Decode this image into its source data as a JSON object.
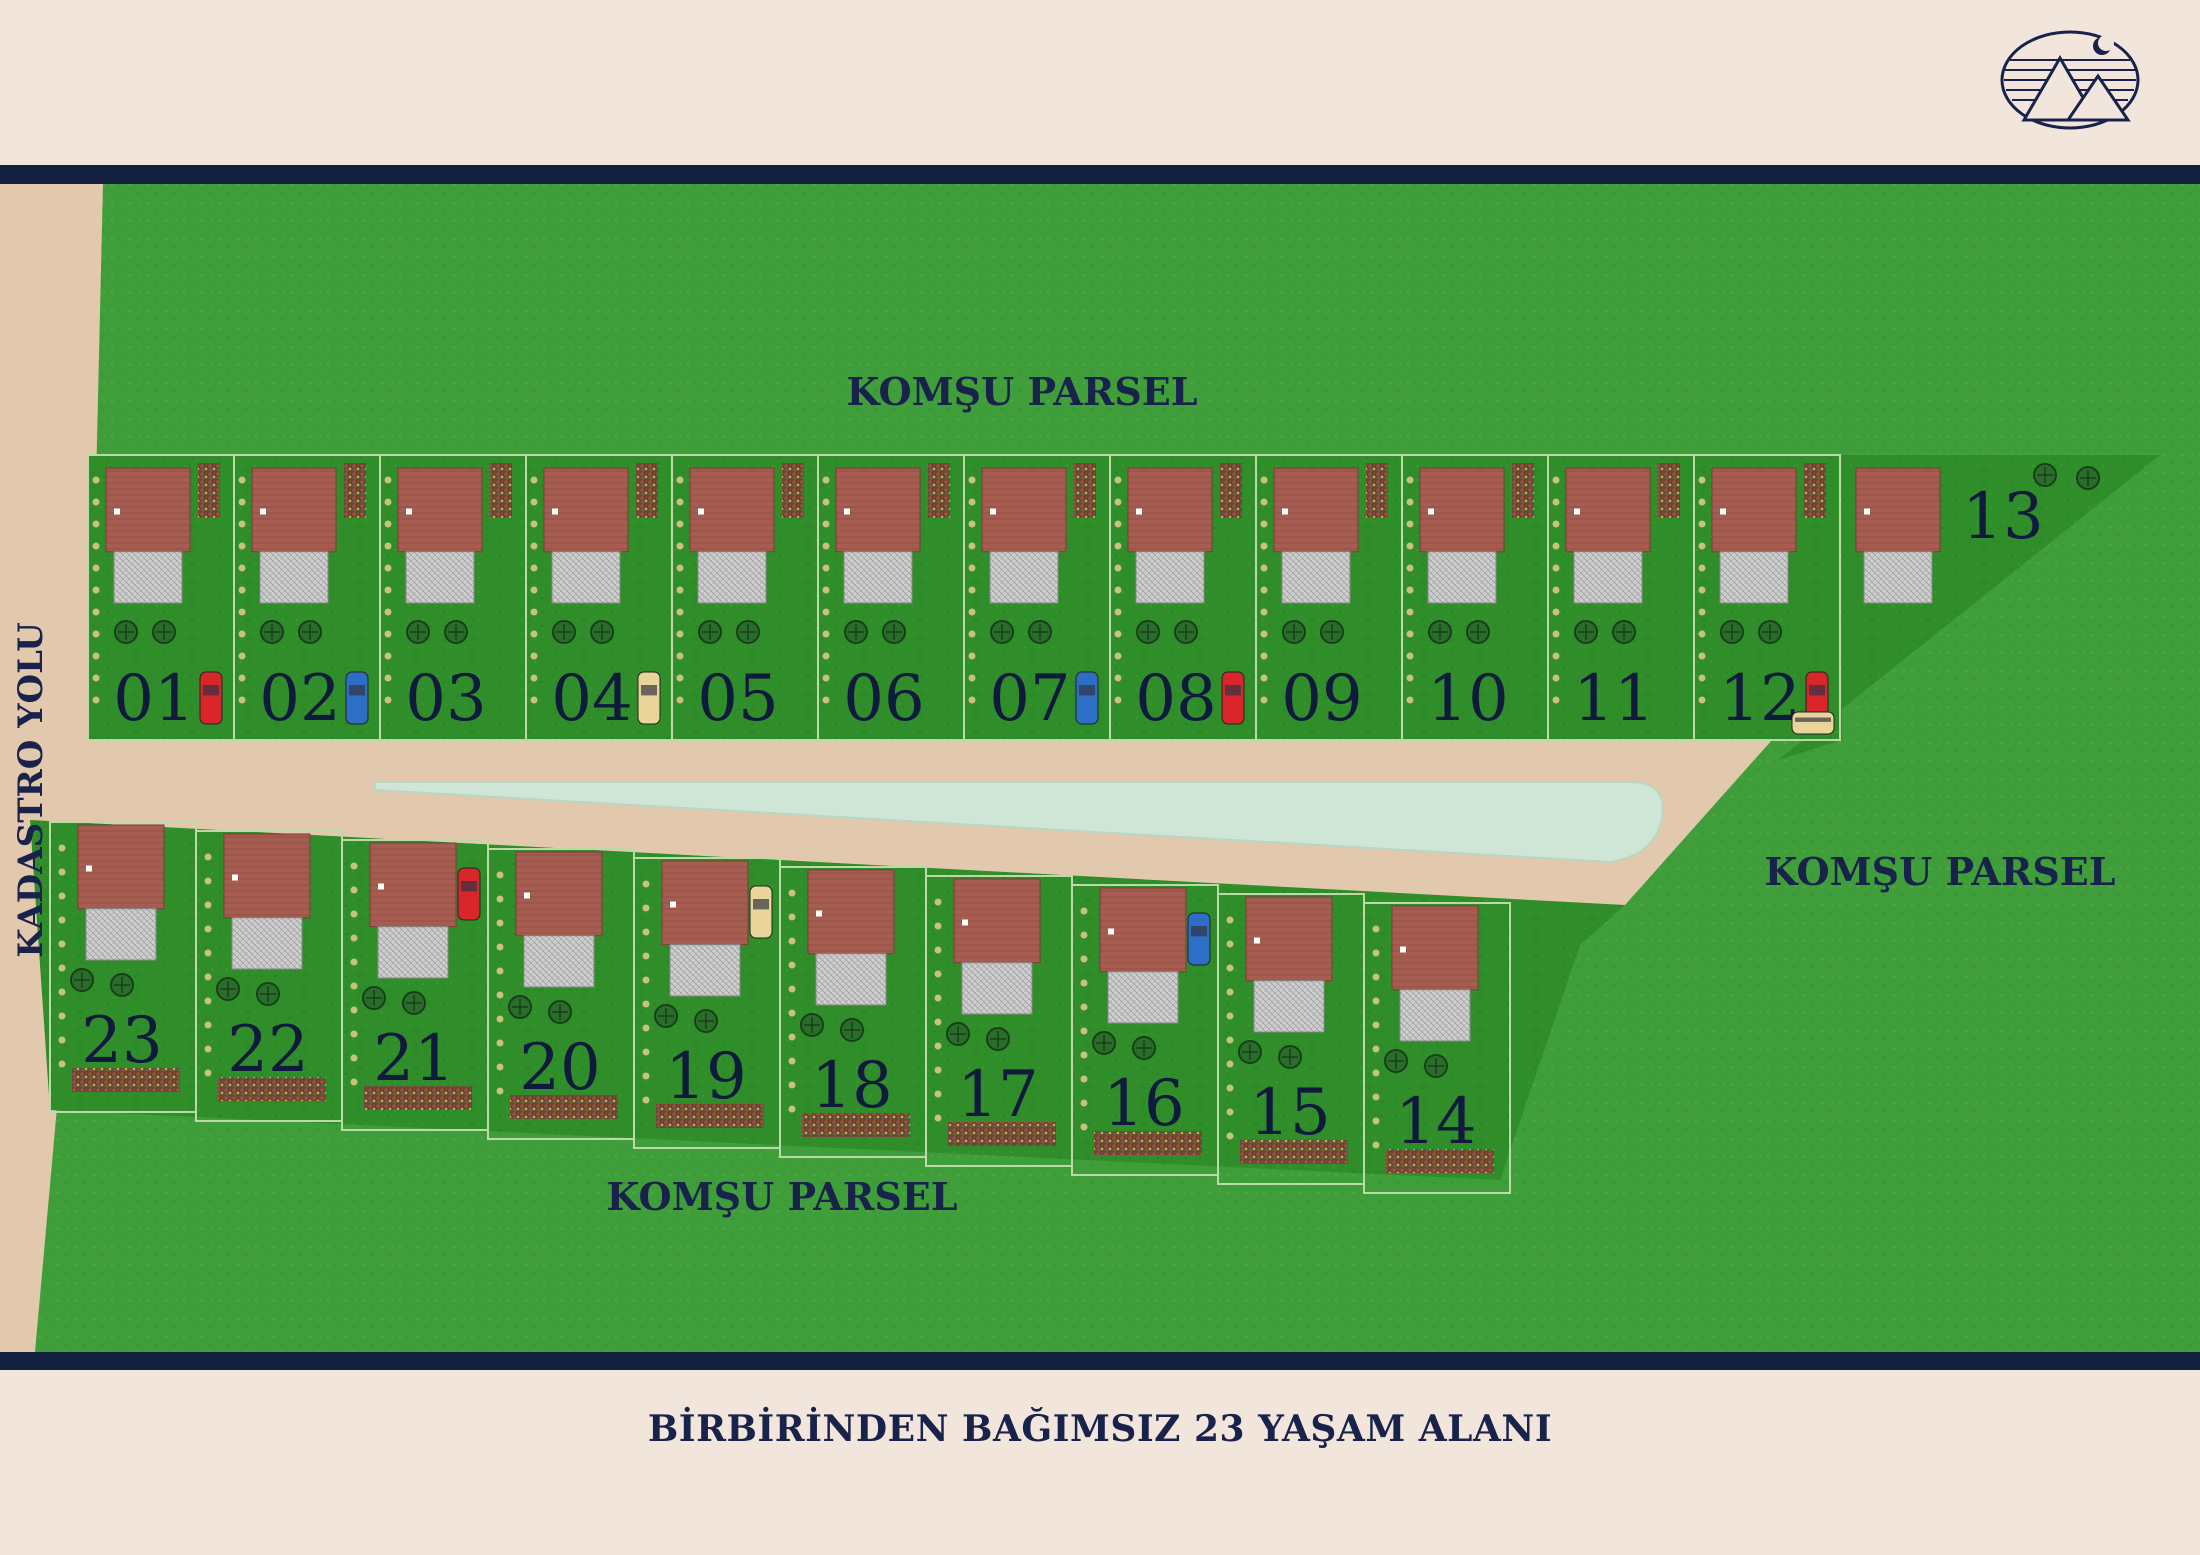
{
  "labels": {
    "north_neighbor": "KOMŞU PARSEL",
    "east_neighbor": "KOMŞU PARSEL",
    "south_neighbor": "KOMŞU PARSEL",
    "road": "KADASTRO YOLU"
  },
  "footer": {
    "title": "BİRBİRİNDEN BAĞIMSIZ 23 YAŞAM ALANI"
  },
  "colors": {
    "grass": "#3f9e3a",
    "lot_grass": "#2d8a27",
    "road": "#e2c8ad",
    "median": "#cfe6d6",
    "roof": "#a65c50",
    "navy": "#14203f",
    "text": "#18224a"
  },
  "logo_icon": "mountain-moon-logo-icon",
  "lots_top": [
    "01",
    "02",
    "03",
    "04",
    "05",
    "06",
    "07",
    "08",
    "09",
    "10",
    "11",
    "12"
  ],
  "lot_13": "13",
  "lots_bottom": [
    "23",
    "22",
    "21",
    "20",
    "19",
    "18",
    "17",
    "16",
    "15",
    "14"
  ]
}
